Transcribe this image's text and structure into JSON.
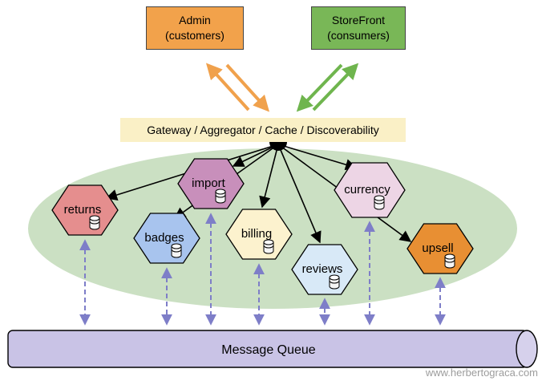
{
  "diagram": {
    "clients": [
      {
        "id": "admin",
        "label": "Admin",
        "sublabel": "(customers)",
        "color": "#F2A24B"
      },
      {
        "id": "storefront",
        "label": "StoreFront",
        "sublabel": "(consumers)",
        "color": "#79B757"
      }
    ],
    "gateway": {
      "label": "Gateway / Aggregator / Cache / Discoverability",
      "color": "#FAF0C6"
    },
    "ecosystem_color": "#CBE0C3",
    "services": [
      {
        "name": "returns",
        "color": "#E58E8E"
      },
      {
        "name": "badges",
        "color": "#A8C4EE"
      },
      {
        "name": "import",
        "color": "#C88FBB"
      },
      {
        "name": "billing",
        "color": "#FCF2CE"
      },
      {
        "name": "reviews",
        "color": "#D8E9F7"
      },
      {
        "name": "currency",
        "color": "#EDD5E5"
      },
      {
        "name": "upsell",
        "color": "#E88F33"
      }
    ],
    "queue": {
      "label": "Message Queue",
      "color": "#C9C3E6",
      "end_color": "#D6D1EC"
    },
    "watermark": "www.herbertograca.com",
    "colors": {
      "black_arrow": "#000000",
      "admin_arrow": "#F0A14C",
      "storefront_arrow": "#6FB54E",
      "queue_link_arrow": "#7E7EC8"
    },
    "connections": {
      "admin": "bidirectional with gateway",
      "storefront": "bidirectional with gateway",
      "gateway_to": [
        "returns",
        "badges",
        "import",
        "billing",
        "reviews",
        "currency",
        "upsell"
      ],
      "queue_bidirectional_with": [
        "returns",
        "badges",
        "import",
        "billing",
        "reviews",
        "currency",
        "upsell"
      ]
    }
  }
}
